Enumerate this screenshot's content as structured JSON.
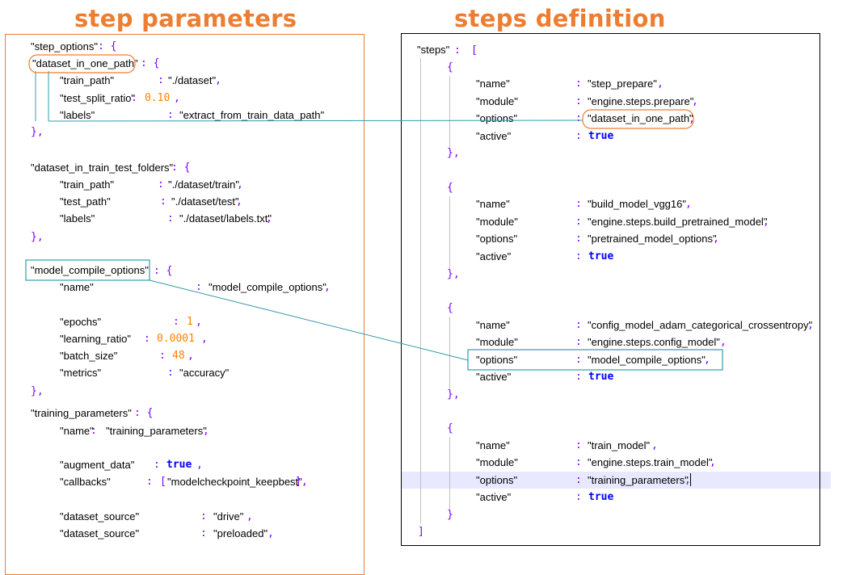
{
  "headings": {
    "left": "step parameters",
    "right": "steps definition"
  },
  "left_code": {
    "step_options_key": "\"step_options\"",
    "ds_one_key": "\"dataset_in_one_path\"",
    "train_path_key": "\"train_path\"",
    "train_path_val": "\"./dataset\"",
    "test_split_key": "\"test_split_ratio\"",
    "test_split_val": "0.10",
    "labels1_key": "\"labels\"",
    "labels1_val": "\"extract_from_train_data_path\"",
    "ds_two_key": "\"dataset_in_train_test_folders\"",
    "train_path2_key": "\"train_path\"",
    "train_path2_val": "\"./dataset/train\"",
    "test_path_key": "\"test_path\"",
    "test_path_val": "\"./dataset/test\"",
    "labels2_key": "\"labels\"",
    "labels2_val": "\"./dataset/labels.txt\"",
    "mco_key": "\"model_compile_options\"",
    "mco_name_key": "\"name\"",
    "mco_name_val": "\"model_compile_options\"",
    "epochs_key": "\"epochs\"",
    "epochs_val": "1",
    "lr_key": "\"learning_ratio\"",
    "lr_val": "0.0001",
    "batch_key": "\"batch_size\"",
    "batch_val": "48",
    "metrics_key": "\"metrics\"",
    "metrics_val": "\"accuracy\"",
    "tp_key": "\"training_parameters\"",
    "tp_name_key": "\"name\"",
    "tp_name_val": "\"training_parameters\"",
    "augment_key": "\"augment_data\"",
    "augment_val": "true",
    "callbacks_key": "\"callbacks\"",
    "callbacks_val": "\"modelcheckpoint_keepbest\"",
    "dsrc1_key": "\"dataset_source\"",
    "dsrc1_val": "\"drive\"",
    "dsrc2_key": "\"dataset_source\"",
    "dsrc2_val": "\"preloaded\""
  },
  "right_code": {
    "steps_key": "\"steps\"",
    "steps": [
      {
        "name": "\"step_prepare\"",
        "module": "\"engine.steps.prepare\"",
        "options": "\"dataset_in_one_path\"",
        "active": "true"
      },
      {
        "name": "\"build_model_vgg16\"",
        "module": "\"engine.steps.build_pretrained_model\"",
        "options": "\"pretrained_model_options\"",
        "active": "true"
      },
      {
        "name": "\"config_model_adam_categorical_crossentropy\"",
        "module": "\"engine.steps.config_model\"",
        "options": "\"model_compile_options\"",
        "active": "true"
      },
      {
        "name": "\"train_model\"",
        "module": "\"engine.steps.train_model\"",
        "options": "\"training_parameters\"",
        "active": "true"
      }
    ],
    "labels": {
      "name": "\"name\"",
      "module": "\"module\"",
      "options": "\"options\"",
      "active": "\"active\""
    }
  },
  "colors": {
    "heading": "#ed7d31",
    "string": "#000000",
    "punctuation": "#8000ff",
    "number": "#ff8000",
    "keyword": "#0000ff",
    "orange_callout": "#ed7d31",
    "teal_callout": "#2e9cae",
    "active_line": "#e8e8ff"
  }
}
